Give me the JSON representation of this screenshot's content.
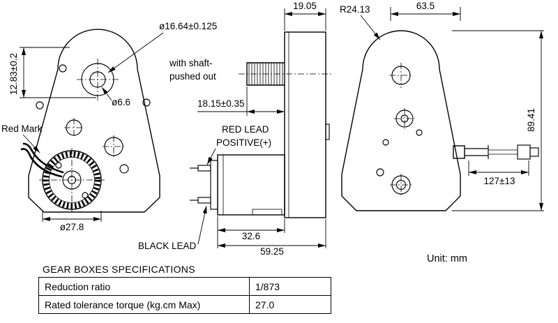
{
  "front_view": {
    "shaft_diameter": "ø16.64±0.125",
    "hole_offset": "12.83±0.2",
    "hole_diameter": "ø6.6",
    "red_mark": "Red Mark",
    "motor_diameter": "ø27.8"
  },
  "side_view": {
    "body_depth": "19.05",
    "shaft_note_line1": "with shaft-",
    "shaft_note_line2": "pushed out",
    "shaft_length": "18.15±0.35",
    "red_lead_line1": "RED LEAD",
    "red_lead_line2": "POSITIVE(+)",
    "black_lead": "BLACK LEAD",
    "motor_length": "32.6",
    "total_length": "59.25"
  },
  "rear_view": {
    "top_radius": "R24.13",
    "body_width": "63.5",
    "body_height": "89.41",
    "wire_length": "127±13"
  },
  "unit_label": "Unit: mm",
  "spec_table": {
    "title": "GEAR BOXES SPECIFICATIONS",
    "rows": [
      {
        "label": "Reduction ratio",
        "value": "1/873"
      },
      {
        "label": "Rated tolerance torque (kg.cm Max)",
        "value": "27.0"
      }
    ]
  }
}
